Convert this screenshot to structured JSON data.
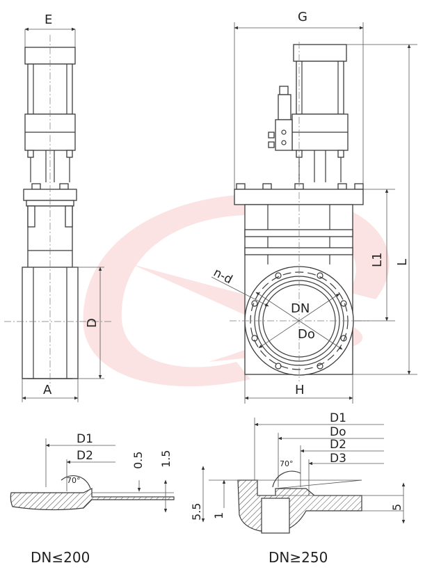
{
  "watermark": {
    "color": "#e8322d"
  },
  "side_view": {
    "labels": {
      "E": "E",
      "A": "A",
      "D": "D"
    }
  },
  "front_view": {
    "labels": {
      "G": "G",
      "L": "L",
      "L1": "L1",
      "H": "H",
      "nd": "n-d",
      "DN": "DN",
      "Do": "Do"
    }
  },
  "detail_small": {
    "labels": {
      "D1": "D1",
      "D2": "D2",
      "d05": "0.5",
      "d15": "1.5",
      "angle": "70°"
    },
    "caption": "DN≤200"
  },
  "detail_large": {
    "labels": {
      "D1": "D1",
      "Do": "Do",
      "D2": "D2",
      "D3": "D3",
      "angle": "70°",
      "d55": "5.5",
      "d1": "1",
      "d5": "5"
    },
    "caption": "DN≥250"
  }
}
